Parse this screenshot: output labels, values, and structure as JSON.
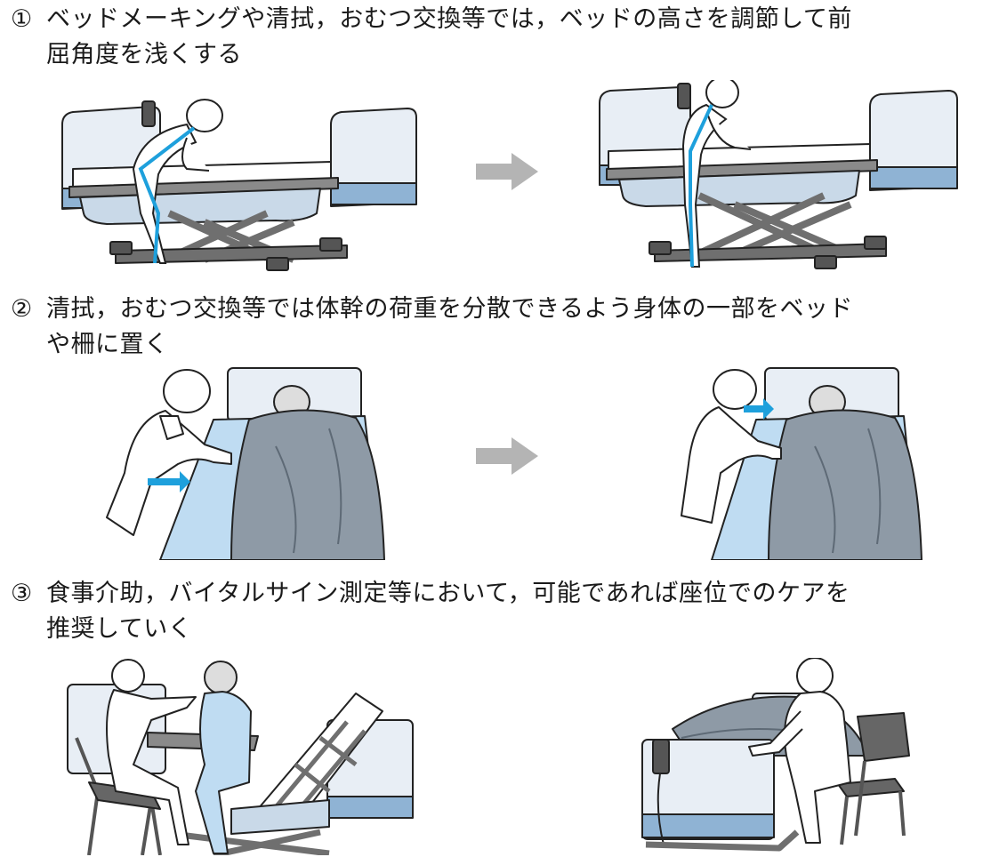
{
  "sections": [
    {
      "number": "①",
      "caption_line1": "ベッドメーキングや清拭，おむつ交換等では，ベッドの高さを調節して前",
      "caption_line2": "屈角度を浅くする"
    },
    {
      "number": "②",
      "caption_line1": "清拭，おむつ交換等では体幹の荷重を分散できるよう身体の一部をベッド",
      "caption_line2": "や柵に置く"
    },
    {
      "number": "③",
      "caption_line1": "食事介助，バイタルサイン測定等において，可能であれば座位でのケアを",
      "caption_line2": "推奨していく"
    }
  ],
  "colors": {
    "accent_blue": "#1ea0dc",
    "arrow_gray": "#b4b4b4",
    "bed_panel": "#e8eef5",
    "bed_stripe": "#8fb3d4",
    "blanket": "#8e9aa6",
    "sheet_blue": "#bfdcf2",
    "frame_gray": "#6f6f6f",
    "outline": "#222222"
  }
}
